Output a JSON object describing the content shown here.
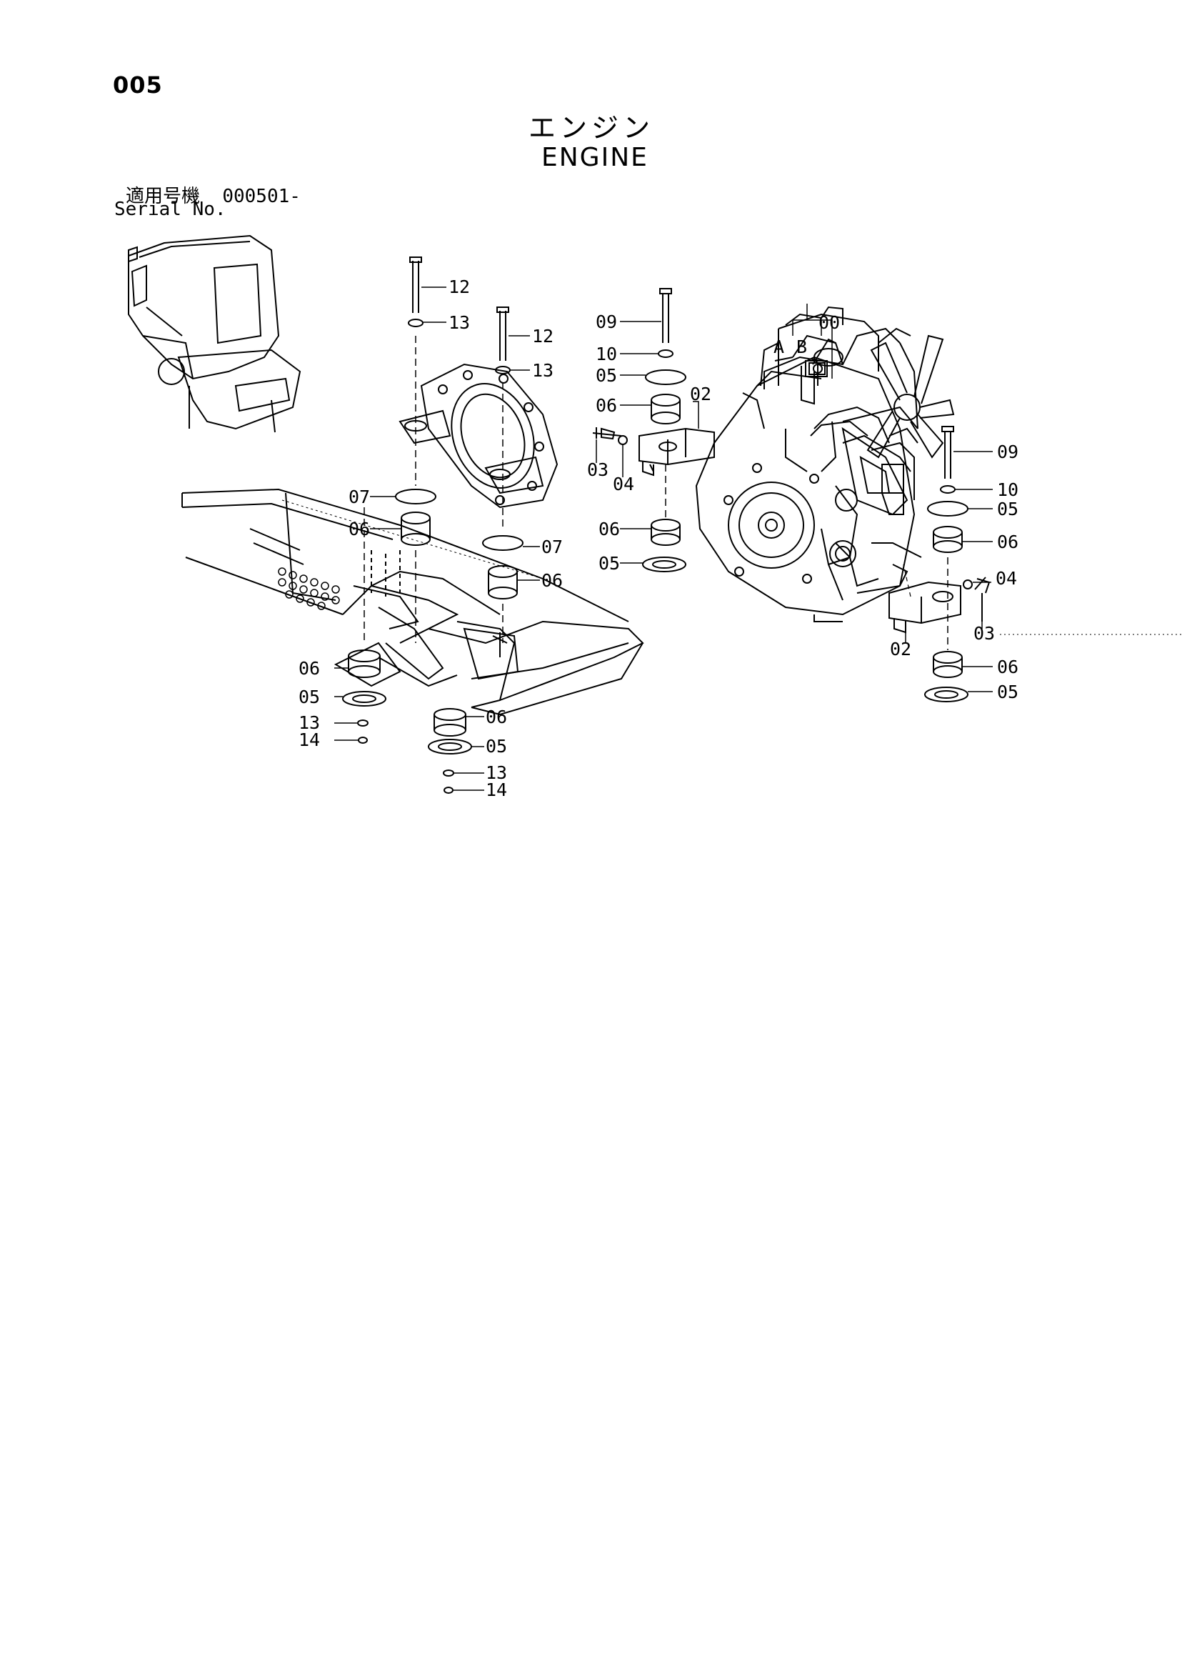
{
  "page_number": "005",
  "title_jp": "エンジン",
  "title_en": "ENGINE",
  "serial": {
    "label_jp": "適用号機",
    "value": "000501-",
    "label_en": "Serial No."
  },
  "callouts": [
    {
      "id": "c1",
      "text": "12"
    },
    {
      "id": "c2",
      "text": "13"
    },
    {
      "id": "c3",
      "text": "12"
    },
    {
      "id": "c4",
      "text": "13"
    },
    {
      "id": "c5",
      "text": "07"
    },
    {
      "id": "c6",
      "text": "06"
    },
    {
      "id": "c7",
      "text": "07"
    },
    {
      "id": "c8",
      "text": "06"
    },
    {
      "id": "c9",
      "text": "06"
    },
    {
      "id": "c10",
      "text": "05"
    },
    {
      "id": "c11",
      "text": "13"
    },
    {
      "id": "c12",
      "text": "14"
    },
    {
      "id": "c13",
      "text": "06"
    },
    {
      "id": "c14",
      "text": "05"
    },
    {
      "id": "c15",
      "text": "13"
    },
    {
      "id": "c16",
      "text": "14"
    },
    {
      "id": "c17",
      "text": "09"
    },
    {
      "id": "c18",
      "text": "10"
    },
    {
      "id": "c19",
      "text": "05"
    },
    {
      "id": "c20",
      "text": "06"
    },
    {
      "id": "c21",
      "text": "02"
    },
    {
      "id": "c22",
      "text": "03"
    },
    {
      "id": "c23",
      "text": "04"
    },
    {
      "id": "c24",
      "text": "06"
    },
    {
      "id": "c25",
      "text": "05"
    },
    {
      "id": "c26",
      "text": "00"
    },
    {
      "id": "c27",
      "text": "A"
    },
    {
      "id": "c28",
      "text": "B"
    },
    {
      "id": "c29",
      "text": "09"
    },
    {
      "id": "c30",
      "text": "10"
    },
    {
      "id": "c31",
      "text": "05"
    },
    {
      "id": "c32",
      "text": "06"
    },
    {
      "id": "c33",
      "text": "04"
    },
    {
      "id": "c34",
      "text": "03"
    },
    {
      "id": "c35",
      "text": "02"
    },
    {
      "id": "c36",
      "text": "06"
    },
    {
      "id": "c37",
      "text": "05"
    }
  ]
}
